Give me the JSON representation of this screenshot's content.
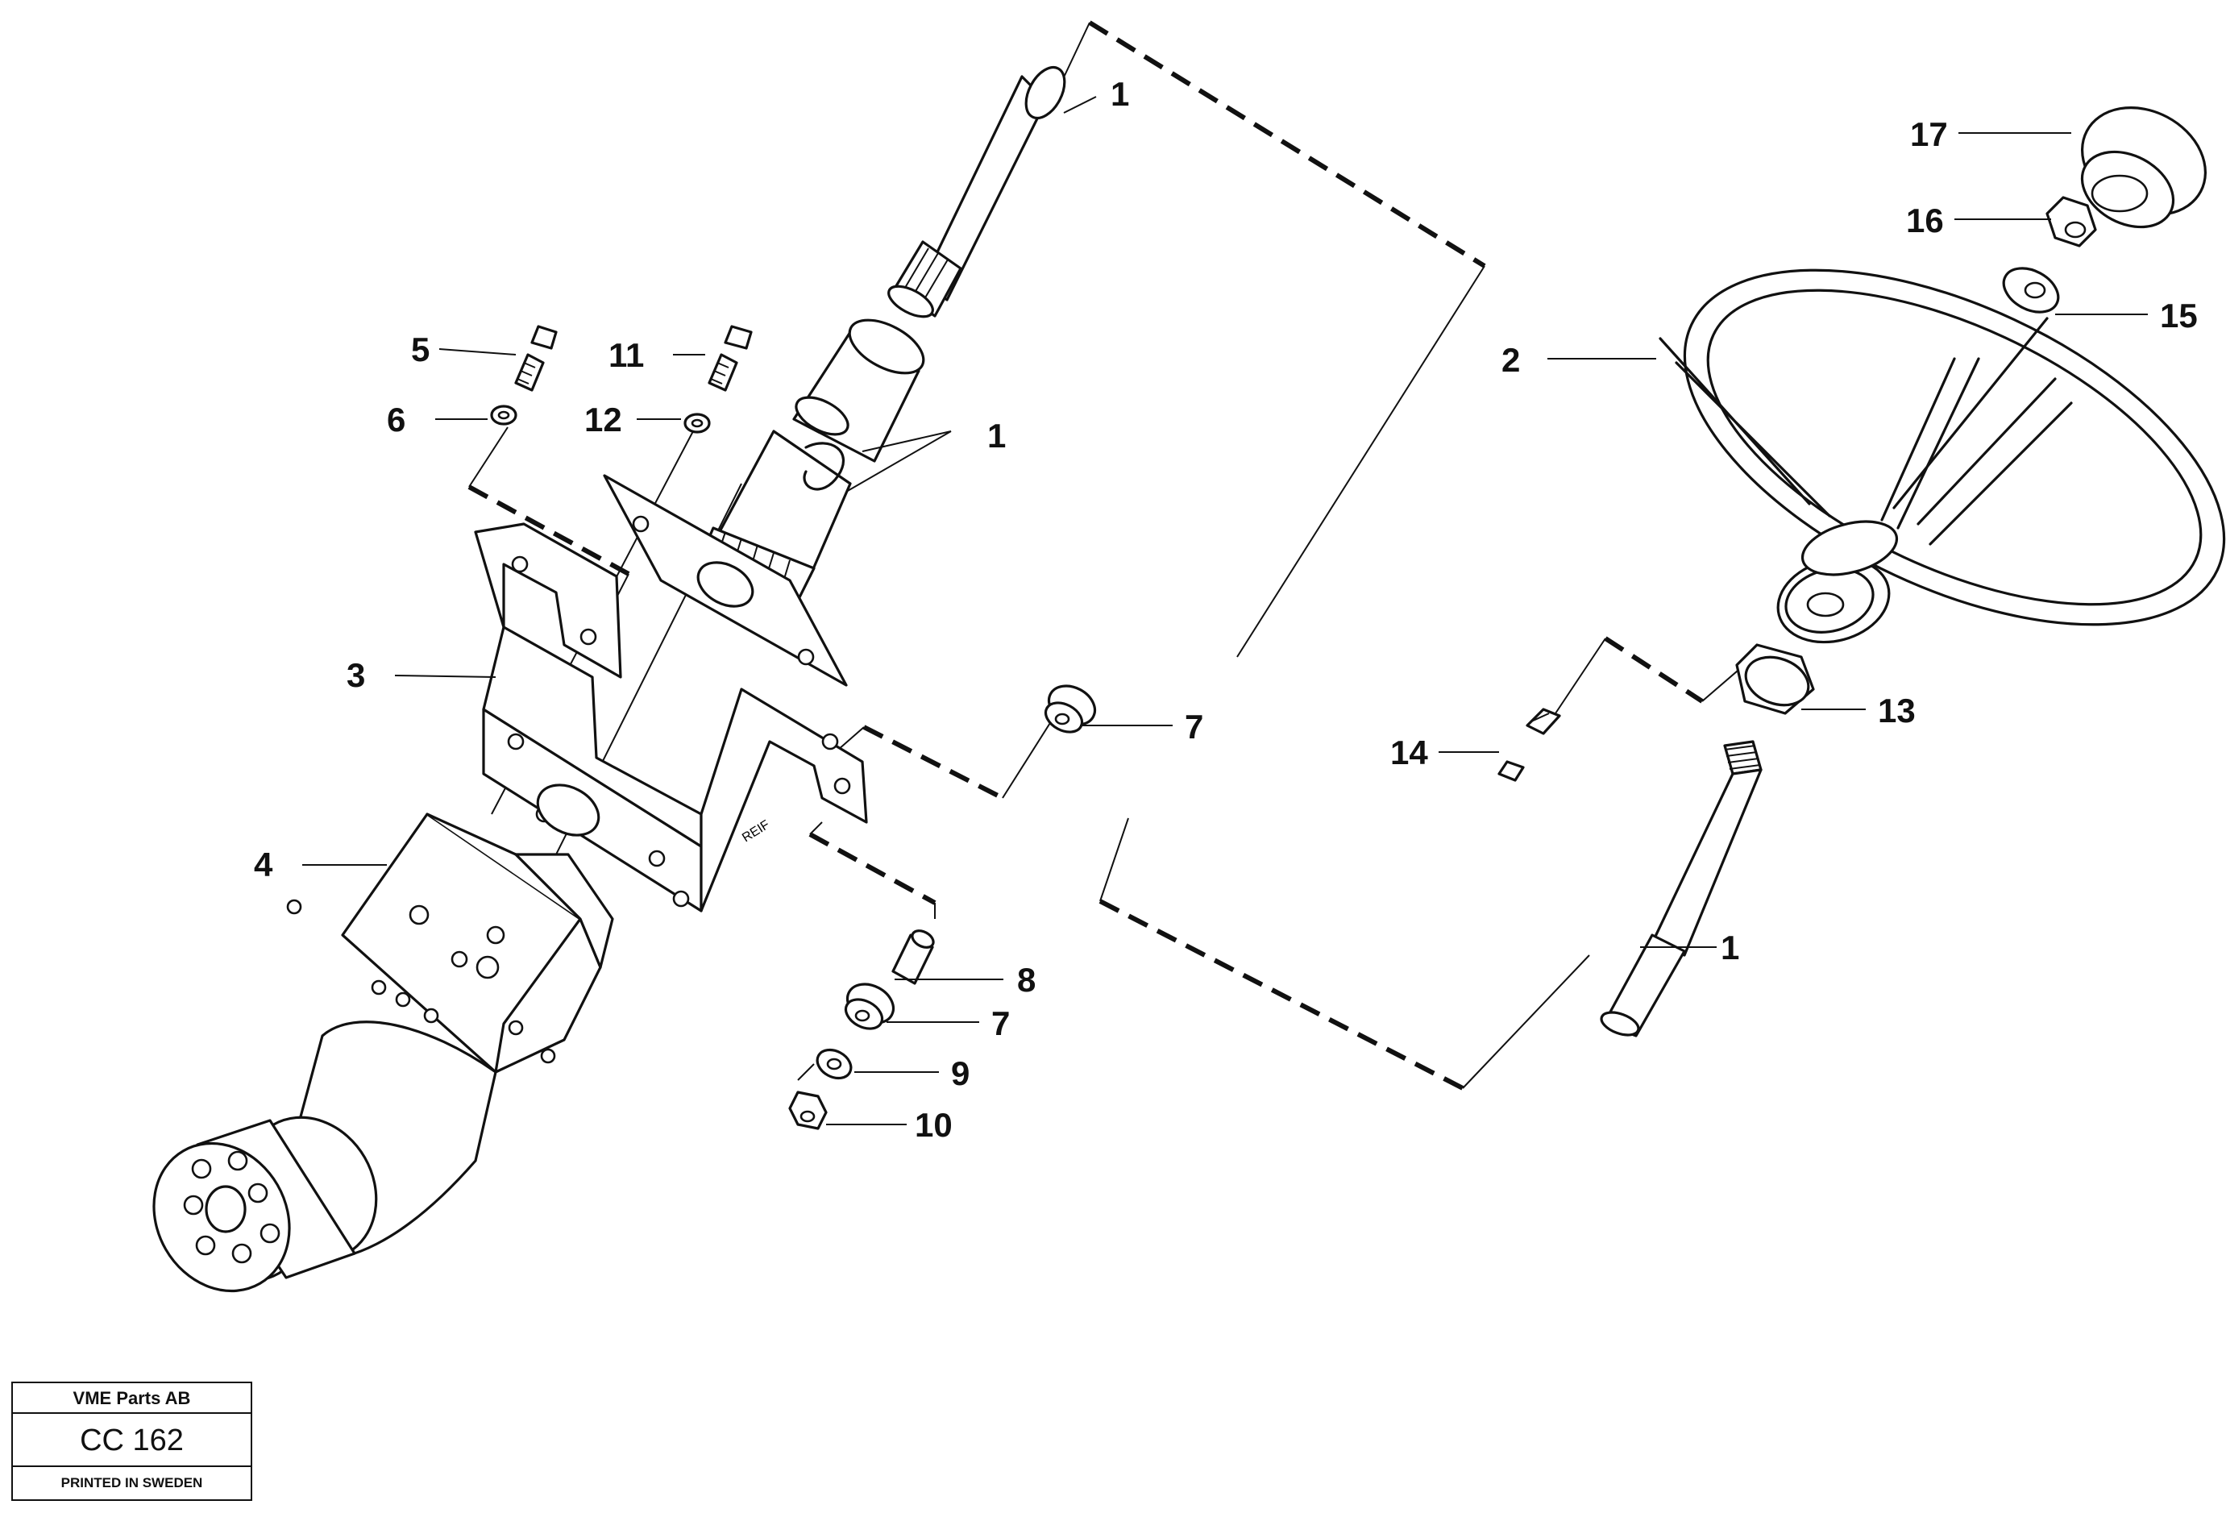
{
  "callouts": {
    "c1a": "1",
    "c1b": "1",
    "c1c": "1",
    "c2": "2",
    "c3": "3",
    "c4": "4",
    "c5": "5",
    "c6": "6",
    "c7a": "7",
    "c7b": "7",
    "c8": "8",
    "c9": "9",
    "c10": "10",
    "c11": "11",
    "c12": "12",
    "c13": "13",
    "c14": "14",
    "c15": "15",
    "c16": "16",
    "c17": "17"
  },
  "bracket_marking": "REIF",
  "stamp": {
    "company": "VME Parts AB",
    "code": "CC 162",
    "printed": "PRINTED IN SWEDEN"
  }
}
